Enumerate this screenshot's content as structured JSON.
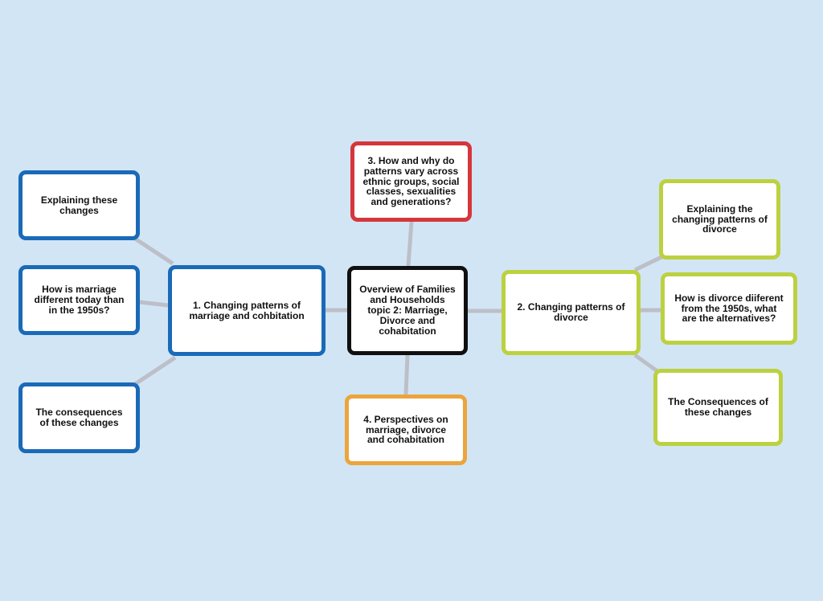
{
  "diagram": {
    "center": {
      "label": "Overview of Families and Households topic 2: Marriage, Divorce and cohabitation",
      "color": "#101010"
    },
    "branches": [
      {
        "label": "1. Changing patterns of marriage and cohbitation",
        "color": "#1a6ab8",
        "children": [
          "Explaining these changes",
          "How is marriage different today than in the 1950s?",
          "The consequences of these changes"
        ]
      },
      {
        "label": "2. Changing patterns of divorce",
        "color": "#bcd13f",
        "children": [
          "Explaining the changing patterns of divorce",
          "How is divorce diiferent from the 1950s, what are the alternatives?",
          "The Consequences of these changes"
        ]
      },
      {
        "label": "3. How and why do patterns vary across ethnic groups, social classes, sexualities and generations?",
        "color": "#d6363b",
        "children": []
      },
      {
        "label": "4. Perspectives on marriage, divorce and cohabitation",
        "color": "#eba53c",
        "children": []
      }
    ],
    "connector_color": "#bdbfc8",
    "background": "#d2e5f5"
  }
}
